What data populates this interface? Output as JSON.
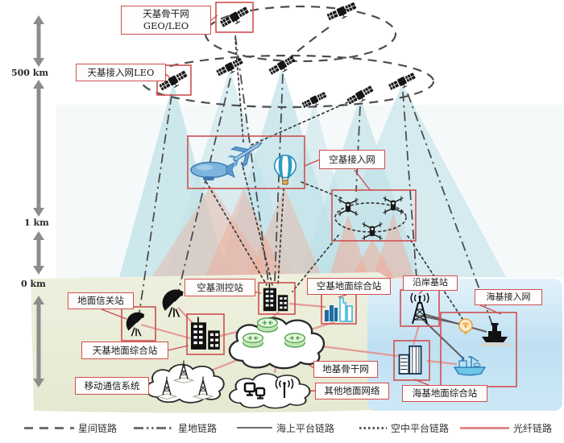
{
  "diagram": {
    "scale_marks": [
      "500 km",
      "1 km",
      "0 km"
    ],
    "labels": {
      "space_backbone_line1": "天基骨干网",
      "space_backbone_line2": "GEO/LEO",
      "space_access": "天基接入网LEO",
      "air_access": "空基接入网",
      "air_control_station": "空基测控站",
      "ground_gateway_station": "地面信关站",
      "space_ground_integrated_station": "天基地面综合站",
      "air_ground_integrated_station": "空基地面综合站",
      "mobile_comm_system": "移动通信系统",
      "ground_backbone": "地基骨干网",
      "other_ground_networks": "其他地面网络",
      "coastal_base_station": "沿岸基站",
      "sea_access": "海基接入网",
      "sea_ground_integrated_station": "海基地面综合站"
    },
    "legend": [
      {
        "label": "星间链路",
        "style": "dashed-gray"
      },
      {
        "label": "星地链路",
        "style": "dash-dot-gray"
      },
      {
        "label": "海上平台链路",
        "style": "solid-gray"
      },
      {
        "label": "空中平台链路",
        "style": "dotted-gray"
      },
      {
        "label": "光纤链路",
        "style": "solid-red"
      }
    ],
    "colors": {
      "label_border": "#cf4f4f",
      "fiber_link": "#e39a96",
      "satellite_coverage": "#bfe1e8",
      "air_coverage": "#f4a791",
      "ground_area": "#eaeeda",
      "sea_area": "#cfe7f5"
    }
  }
}
